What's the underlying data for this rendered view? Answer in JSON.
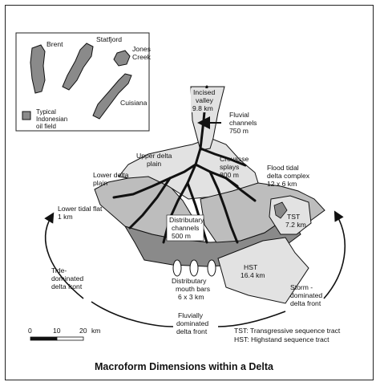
{
  "title": "Macroform Dimensions within a Delta",
  "inset": {
    "fields": [
      {
        "name": "Brent"
      },
      {
        "name": "Statfjord"
      },
      {
        "name": "Jones Creek",
        "lines": [
          "Jones",
          "Creek"
        ]
      },
      {
        "name": "Cuisiana"
      }
    ],
    "legend": {
      "lines": [
        "Typical",
        "Indonesian",
        "oil field"
      ]
    }
  },
  "labels": {
    "incised_valley": [
      "Incised",
      "valley",
      "9.8 km"
    ],
    "fluvial_channels": [
      "Fluvial",
      "channels",
      "750 m"
    ],
    "upper_delta_plain": [
      "Upper delta",
      "plain"
    ],
    "lower_delta_plain": [
      "Lower delta",
      "plain"
    ],
    "crevasse_splays": [
      "Crevasse",
      "splays",
      "800 m"
    ],
    "flood_tidal": [
      "Flood tidal",
      "delta complex",
      "12 x 6 km"
    ],
    "lower_tidal_flat": [
      "Lower tidal flat",
      "1 km"
    ],
    "tst": [
      "TST",
      "7.2 km"
    ],
    "distributary_channels": [
      "Distributary",
      "channels",
      "500 m"
    ],
    "hst": [
      "HST",
      "16.4 km"
    ],
    "tide_front": [
      "Tide-",
      "dominated",
      "delta front"
    ],
    "distributary_mouth_bars": [
      "Distributary",
      "mouth bars",
      "6 x 3 km"
    ],
    "storm_front": [
      "Storm -",
      "dominated",
      "delta front"
    ],
    "fluvial_front": [
      "Fluvially",
      "dominated",
      "delta front"
    ]
  },
  "scale_bar": {
    "ticks": [
      "0",
      "10",
      "20"
    ],
    "unit": "km"
  },
  "abbreviations": [
    "TST: Transgressive sequence tract",
    "HST: Highstand sequence tract"
  ],
  "colors": {
    "dark_fill": "#8a8a8a",
    "medium_fill": "#bdbdbd",
    "light_fill": "#e2e2e2",
    "ink": "#111111"
  }
}
